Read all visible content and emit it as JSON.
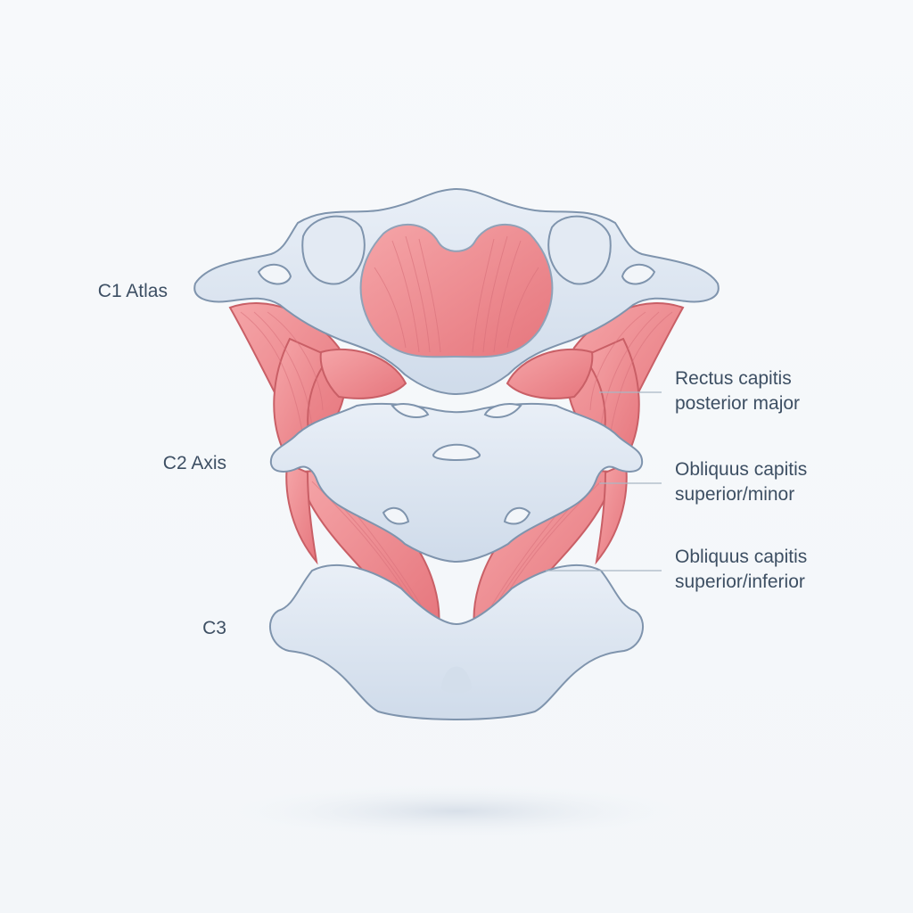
{
  "diagram": {
    "labels": {
      "c1": "C1 Atlas",
      "c2": "C2 Axis",
      "c3": "C3",
      "muscle_rectus": [
        "Rectus capitis",
        "posterior major"
      ],
      "muscle_obliquus_minor": [
        "Obliquus capitis",
        "superior/minor"
      ],
      "muscle_obliquus_inferior": [
        "Obliquus capitis",
        "superior/inferior"
      ]
    },
    "colors": {
      "bone_fill": "#dde6f1",
      "bone_stroke": "#7f94ad",
      "muscle_fill": "#ee8e93",
      "muscle_stroke": "#c95f66",
      "label_text": "#3d4f63",
      "leader_line": "#a9b6c4"
    }
  }
}
